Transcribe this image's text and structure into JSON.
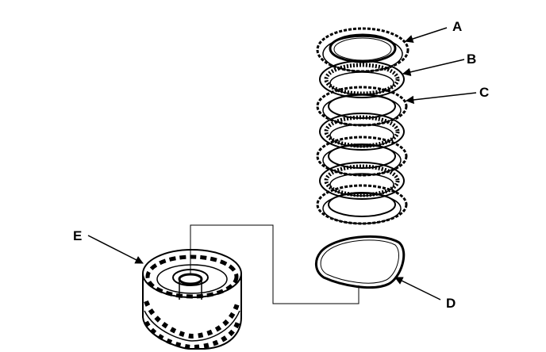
{
  "diagram": {
    "labels": {
      "a": "A",
      "b": "B",
      "c": "C",
      "d": "D",
      "e": "E"
    }
  }
}
